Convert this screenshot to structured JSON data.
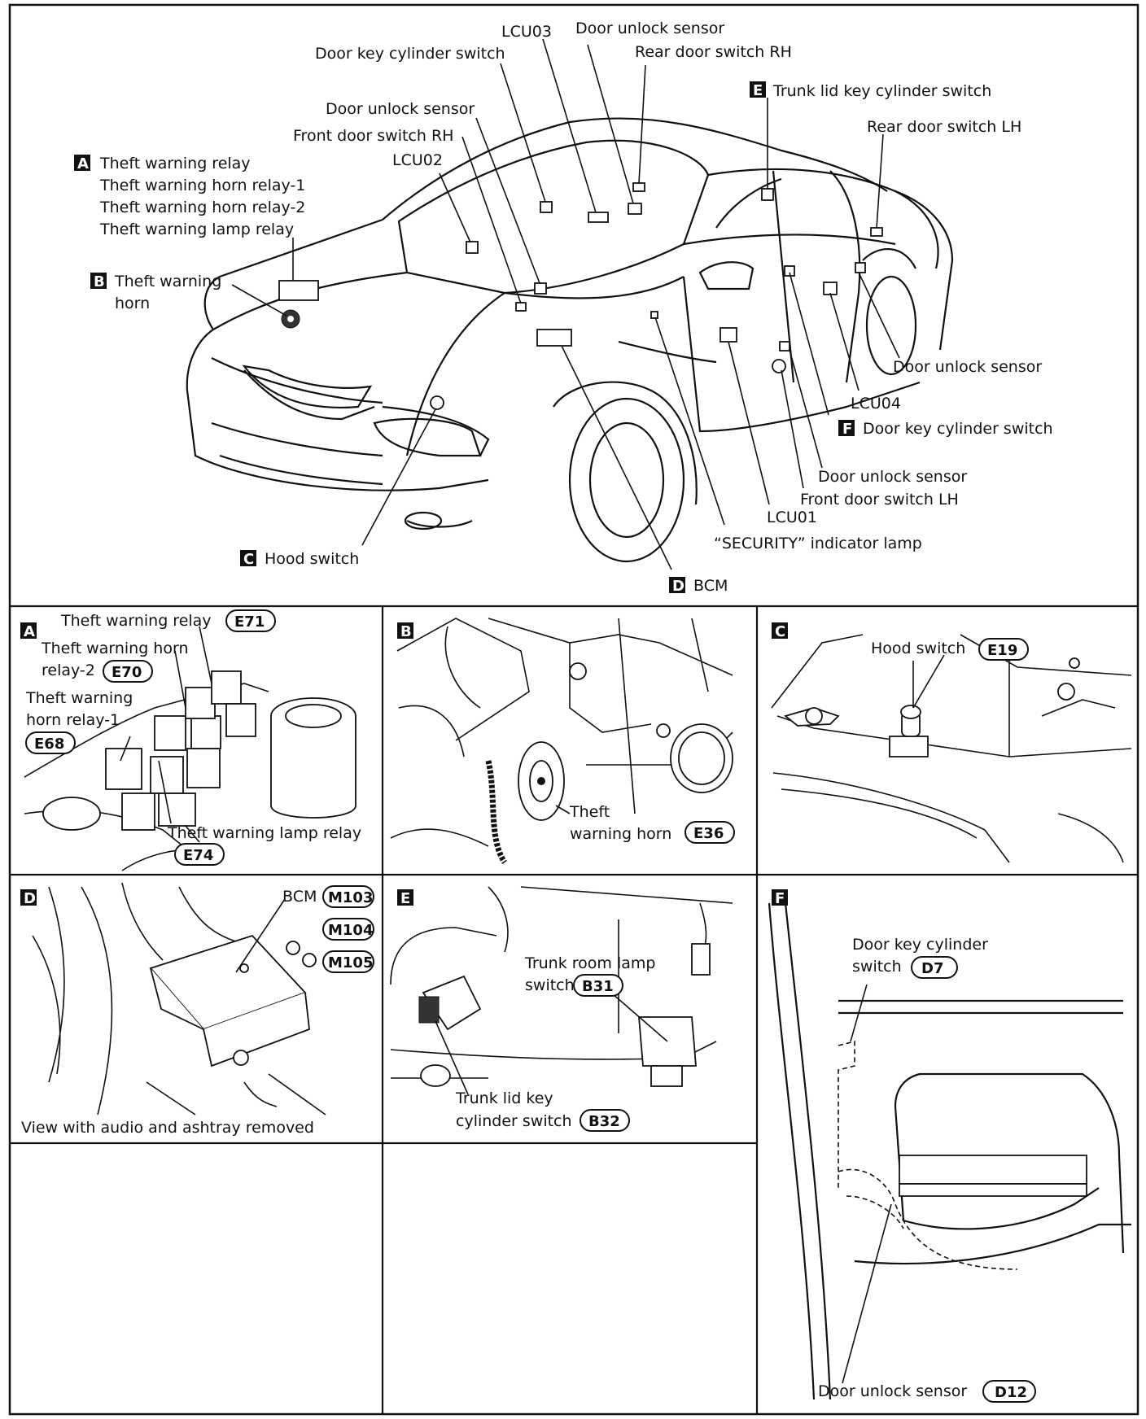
{
  "main": {
    "labels": {
      "lcu03": "LCU03",
      "door_unlock_sensor_top": "Door unlock sensor",
      "door_key_cyl_switch_top": "Door key cylinder switch",
      "rear_door_switch_rh": "Rear door switch RH",
      "trunk_lid_key_cyl_switch": "Trunk lid key cylinder switch",
      "door_unlock_sensor_rh": "Door unlock sensor",
      "rear_door_switch_lh": "Rear door switch LH",
      "front_door_switch_rh": "Front door switch RH",
      "lcu02": "LCU02",
      "theft_warning_relay": "Theft warning relay",
      "theft_warning_horn_relay1": "Theft warning horn relay-1",
      "theft_warning_horn_relay2": "Theft warning horn relay-2",
      "theft_warning_lamp_relay": "Theft warning lamp relay",
      "theft_warning_horn_l1": "Theft warning",
      "theft_warning_horn_l2": "horn",
      "door_unlock_sensor_lr": "Door unlock sensor",
      "lcu04": "LCU04",
      "door_key_cyl_switch_f": "Door key cylinder switch",
      "door_unlock_sensor_lf": "Door unlock sensor",
      "front_door_switch_lh": "Front door switch LH",
      "lcu01": "LCU01",
      "security_lamp": "“SECURITY” indicator lamp",
      "hood_switch": "Hood switch",
      "bcm": "BCM"
    },
    "badges": {
      "a": "A",
      "b": "B",
      "c": "C",
      "d": "D",
      "e": "E",
      "f": "F"
    }
  },
  "panels": {
    "a": {
      "badge": "A",
      "theft_warning_relay": "Theft warning relay",
      "horn_relay2_l1": "Theft warning horn",
      "horn_relay2_l2": "relay-2",
      "horn_relay1_l1": "Theft warning",
      "horn_relay1_l2": "horn relay-1",
      "lamp_relay": "Theft warning lamp relay",
      "conn_e71": "E71",
      "conn_e70": "E70",
      "conn_e68": "E68",
      "conn_e74": "E74"
    },
    "b": {
      "badge": "B",
      "horn_l1": "Theft",
      "horn_l2": "warning horn",
      "conn_e36": "E36"
    },
    "c": {
      "badge": "C",
      "hood_switch": "Hood switch",
      "conn_e19": "E19"
    },
    "d": {
      "badge": "D",
      "bcm": "BCM",
      "conn_m103": "M103",
      "conn_m104": "M104",
      "conn_m105": "M105",
      "caption": "View with audio and ashtray removed"
    },
    "e": {
      "badge": "E",
      "trunk_lamp_l1": "Trunk room lamp",
      "trunk_lamp_l2": "switch",
      "conn_b31": "B31",
      "trunk_key_l1": "Trunk lid key",
      "trunk_key_l2": "cylinder switch",
      "conn_b32": "B32"
    },
    "f": {
      "badge": "F",
      "door_key_l1": "Door key cylinder",
      "door_key_l2": "switch",
      "conn_d7": "D7",
      "door_unlock": "Door unlock sensor",
      "conn_d12": "D12"
    }
  }
}
